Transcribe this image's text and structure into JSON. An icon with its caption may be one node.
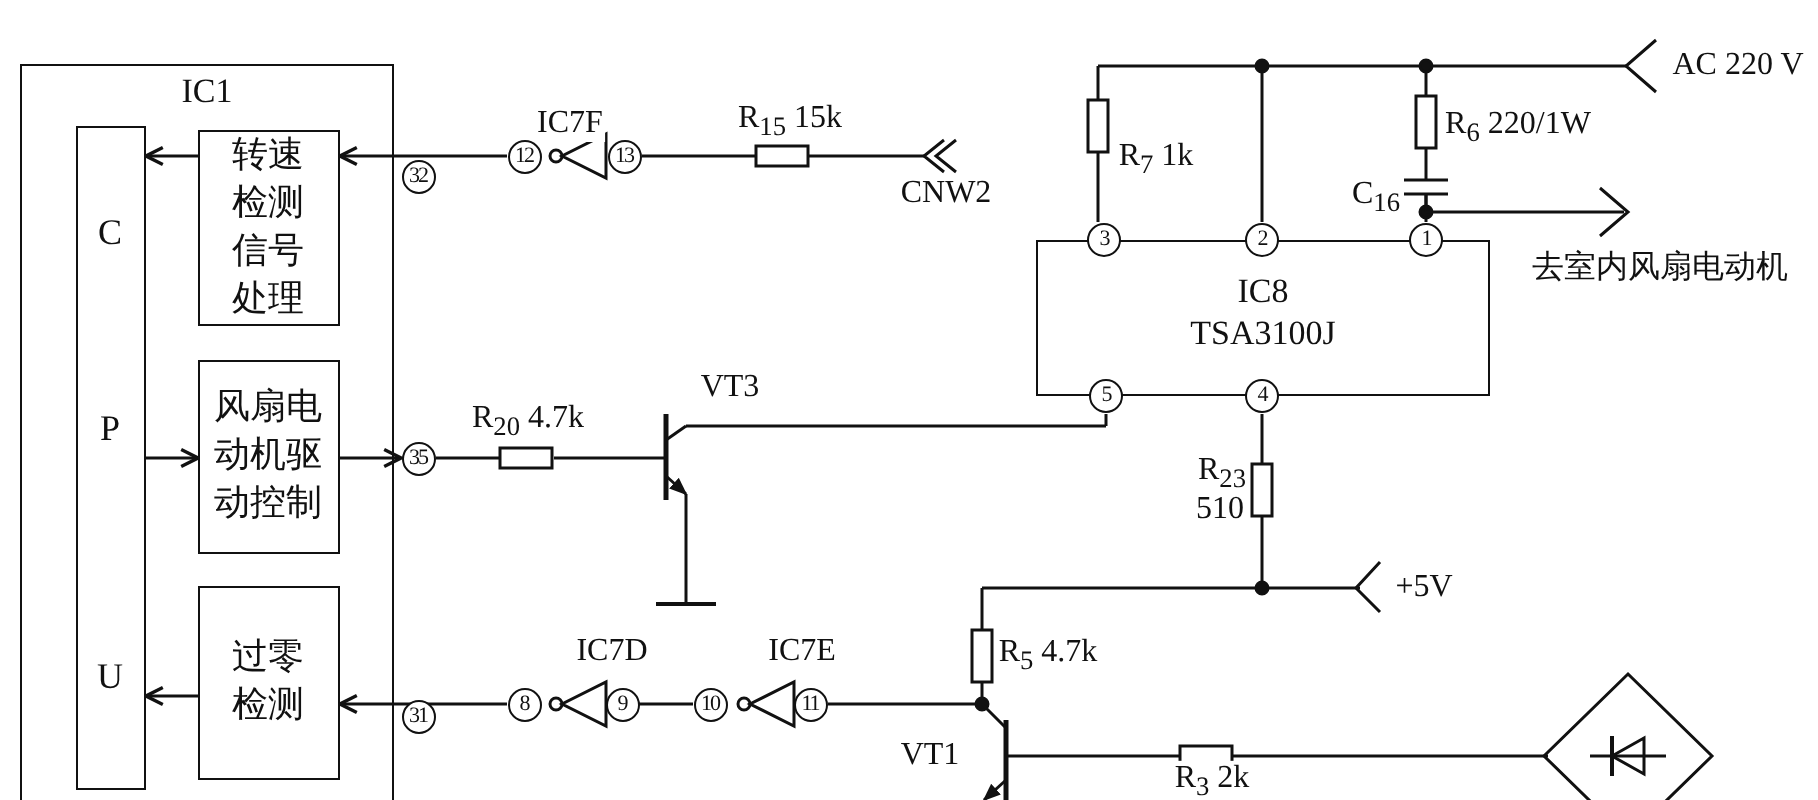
{
  "diagram": {
    "nodes": [
      {
        "text": [
          "IC1"
        ]
      },
      {
        "text": [
          "C",
          "P",
          "U"
        ],
        "in": 0
      },
      {
        "text": [
          "转速检测信号处理"
        ],
        "in": 0
      },
      {
        "text": [
          "风扇电动机驱动控制"
        ],
        "in": 0
      },
      {
        "text": [
          "过零检测"
        ],
        "in": 0
      },
      {
        "text": [
          "IC8",
          "TSA3100J"
        ]
      },
      {
        "text": [
          "12"
        ]
      },
      {
        "text": [
          "8"
        ]
      },
      {
        "text": [
          "35"
        ]
      },
      {
        "text": [
          "13"
        ]
      },
      {
        "text": [
          "32"
        ]
      },
      {
        "text": [
          "9"
        ]
      },
      {
        "text": [
          "10"
        ]
      },
      {
        "text": [
          "11"
        ]
      },
      {
        "text": [
          "31"
        ]
      }
    ],
    "edges": [
      {
        "from": 2,
        "to": 1,
        "arrow": "to"
      },
      {
        "from": 1,
        "to": 3,
        "arrow": "to"
      },
      {
        "from": 3,
        "to": 8,
        "arrow": "to"
      },
      {
        "from": 6,
        "to": 2,
        "arrow": "to"
      },
      {
        "from": 7,
        "to": 4,
        "arrow": "to"
      },
      {
        "from": 4,
        "to": 1,
        "arrow": "to"
      },
      {
        "from": 11,
        "to": 12,
        "arrow": "none"
      }
    ],
    "labels": [
      "IC7F",
      "R$_{15}$ 15k",
      "AC 220 V",
      "R$_{6}$ 220/1W",
      "R$_{7}$ 1k",
      "CNW2",
      "C$_{16}$",
      "3",
      "2",
      "1",
      "去室内风扇电动机",
      "5",
      "4",
      "VT3",
      "R$_{20}$ 4.7k",
      "R$_{23}$",
      "510",
      "+5V",
      "IC7D",
      "IC7E",
      "R$_{5}$ 4.7k",
      "VT1",
      "R$_{3}$ 2k"
    ]
  }
}
